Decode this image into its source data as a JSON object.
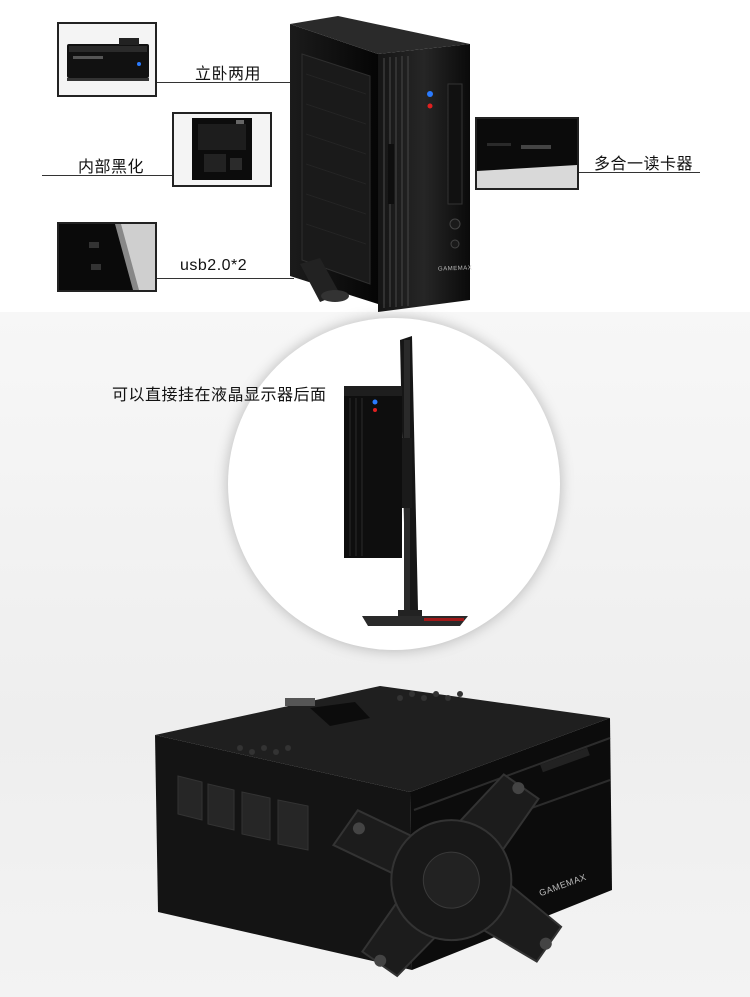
{
  "features": {
    "dual_orientation": "立卧两用",
    "black_interior": "内部黑化",
    "usb_ports": "usb2.0*2",
    "card_reader": "多合一读卡器"
  },
  "monitor_mount": {
    "caption": "可以直接挂在液晶显示器后面"
  },
  "brand": {
    "logo_text": "GAMEMAX"
  },
  "colors": {
    "case_black": "#0b0b0b",
    "background": "#ffffff",
    "led_blue": "#2a7bff",
    "led_red": "#e02020"
  }
}
